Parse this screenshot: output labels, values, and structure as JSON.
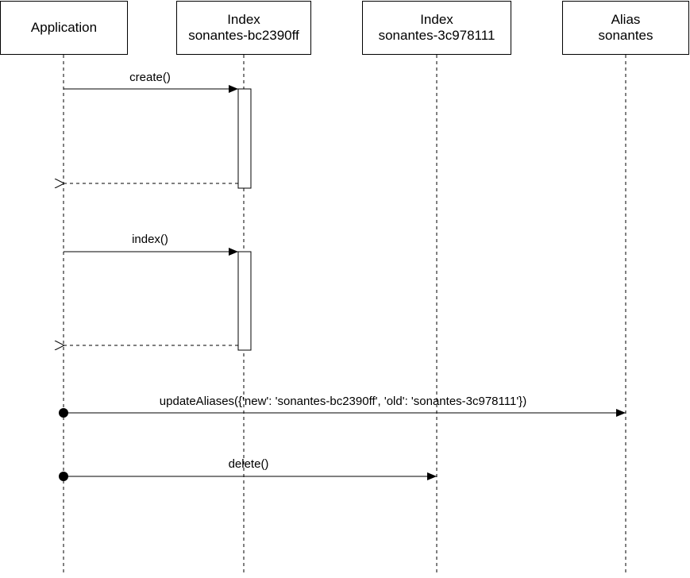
{
  "participants": [
    {
      "lines": [
        "Application"
      ]
    },
    {
      "lines": [
        "Index",
        "sonantes-bc2390ff"
      ]
    },
    {
      "lines": [
        "Index",
        "sonantes-3c978111"
      ]
    },
    {
      "lines": [
        "Alias",
        "sonantes"
      ]
    }
  ],
  "messages": [
    {
      "label": "create()"
    },
    {
      "label": "index()"
    },
    {
      "label": "updateAliases({'new': 'sonantes-bc2390ff', 'old': 'sonantes-3c978111'})"
    },
    {
      "label": "delete()"
    }
  ]
}
